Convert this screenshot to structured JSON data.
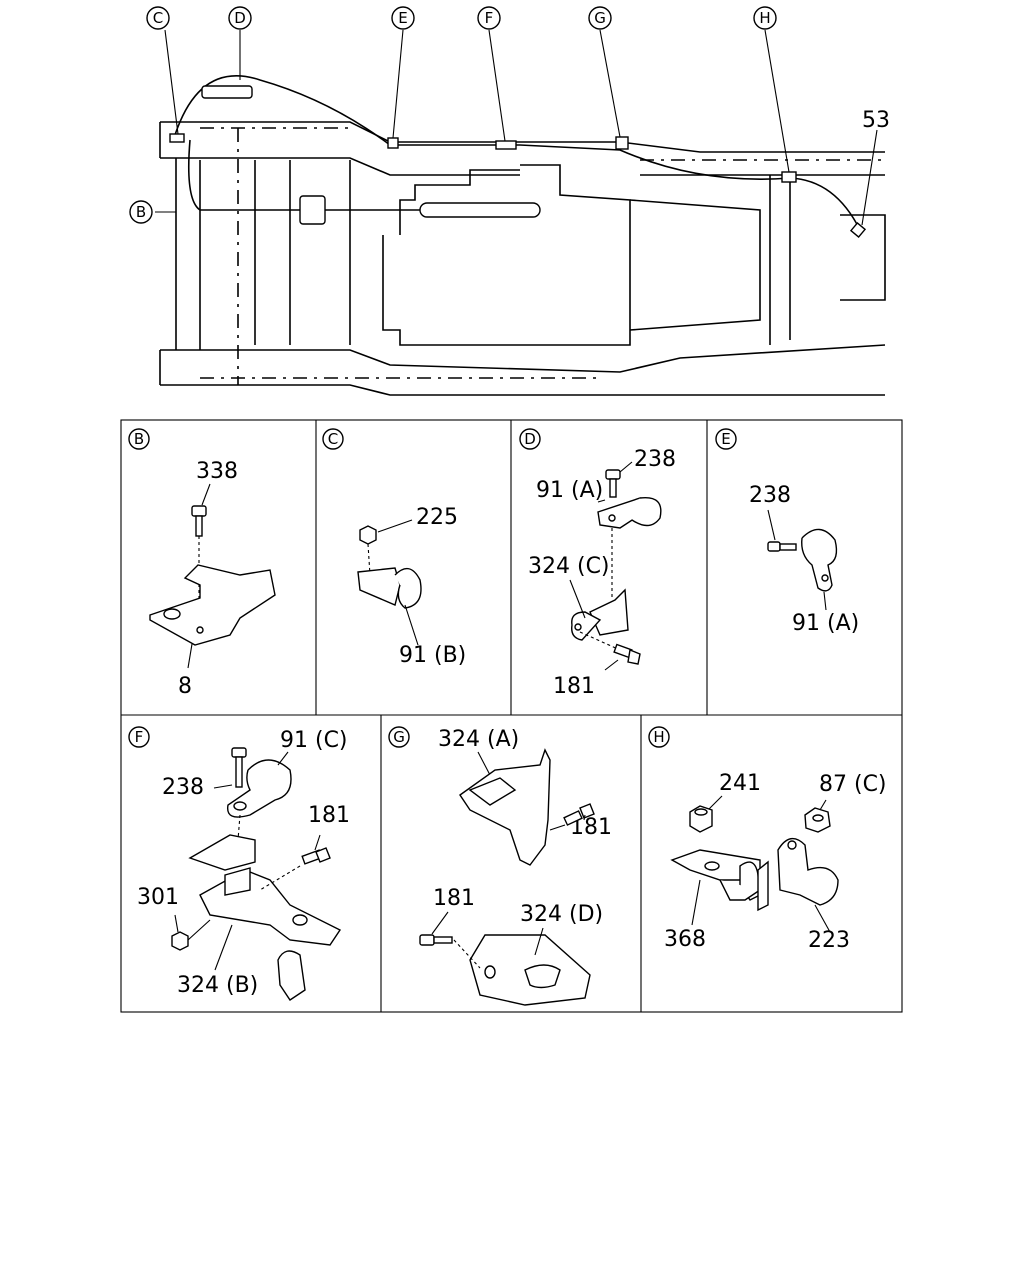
{
  "overview": {
    "markers": [
      "C",
      "D",
      "E",
      "F",
      "G",
      "H",
      "B"
    ],
    "part_label": "53"
  },
  "panels": [
    {
      "id": "B",
      "callouts": [
        "338",
        "8"
      ]
    },
    {
      "id": "C",
      "callouts": [
        "225",
        "91 (B)"
      ]
    },
    {
      "id": "D",
      "callouts": [
        "238",
        "91 (A)",
        "324 (C)",
        "181"
      ]
    },
    {
      "id": "E",
      "callouts": [
        "238",
        "91 (A)"
      ]
    },
    {
      "id": "F",
      "callouts": [
        "91 (C)",
        "238",
        "181",
        "301",
        "324 (B)"
      ]
    },
    {
      "id": "G",
      "callouts": [
        "324 (A)",
        "181",
        "181",
        "324 (D)"
      ]
    },
    {
      "id": "H",
      "callouts": [
        "241",
        "87 (C)",
        "368",
        "223"
      ]
    }
  ]
}
